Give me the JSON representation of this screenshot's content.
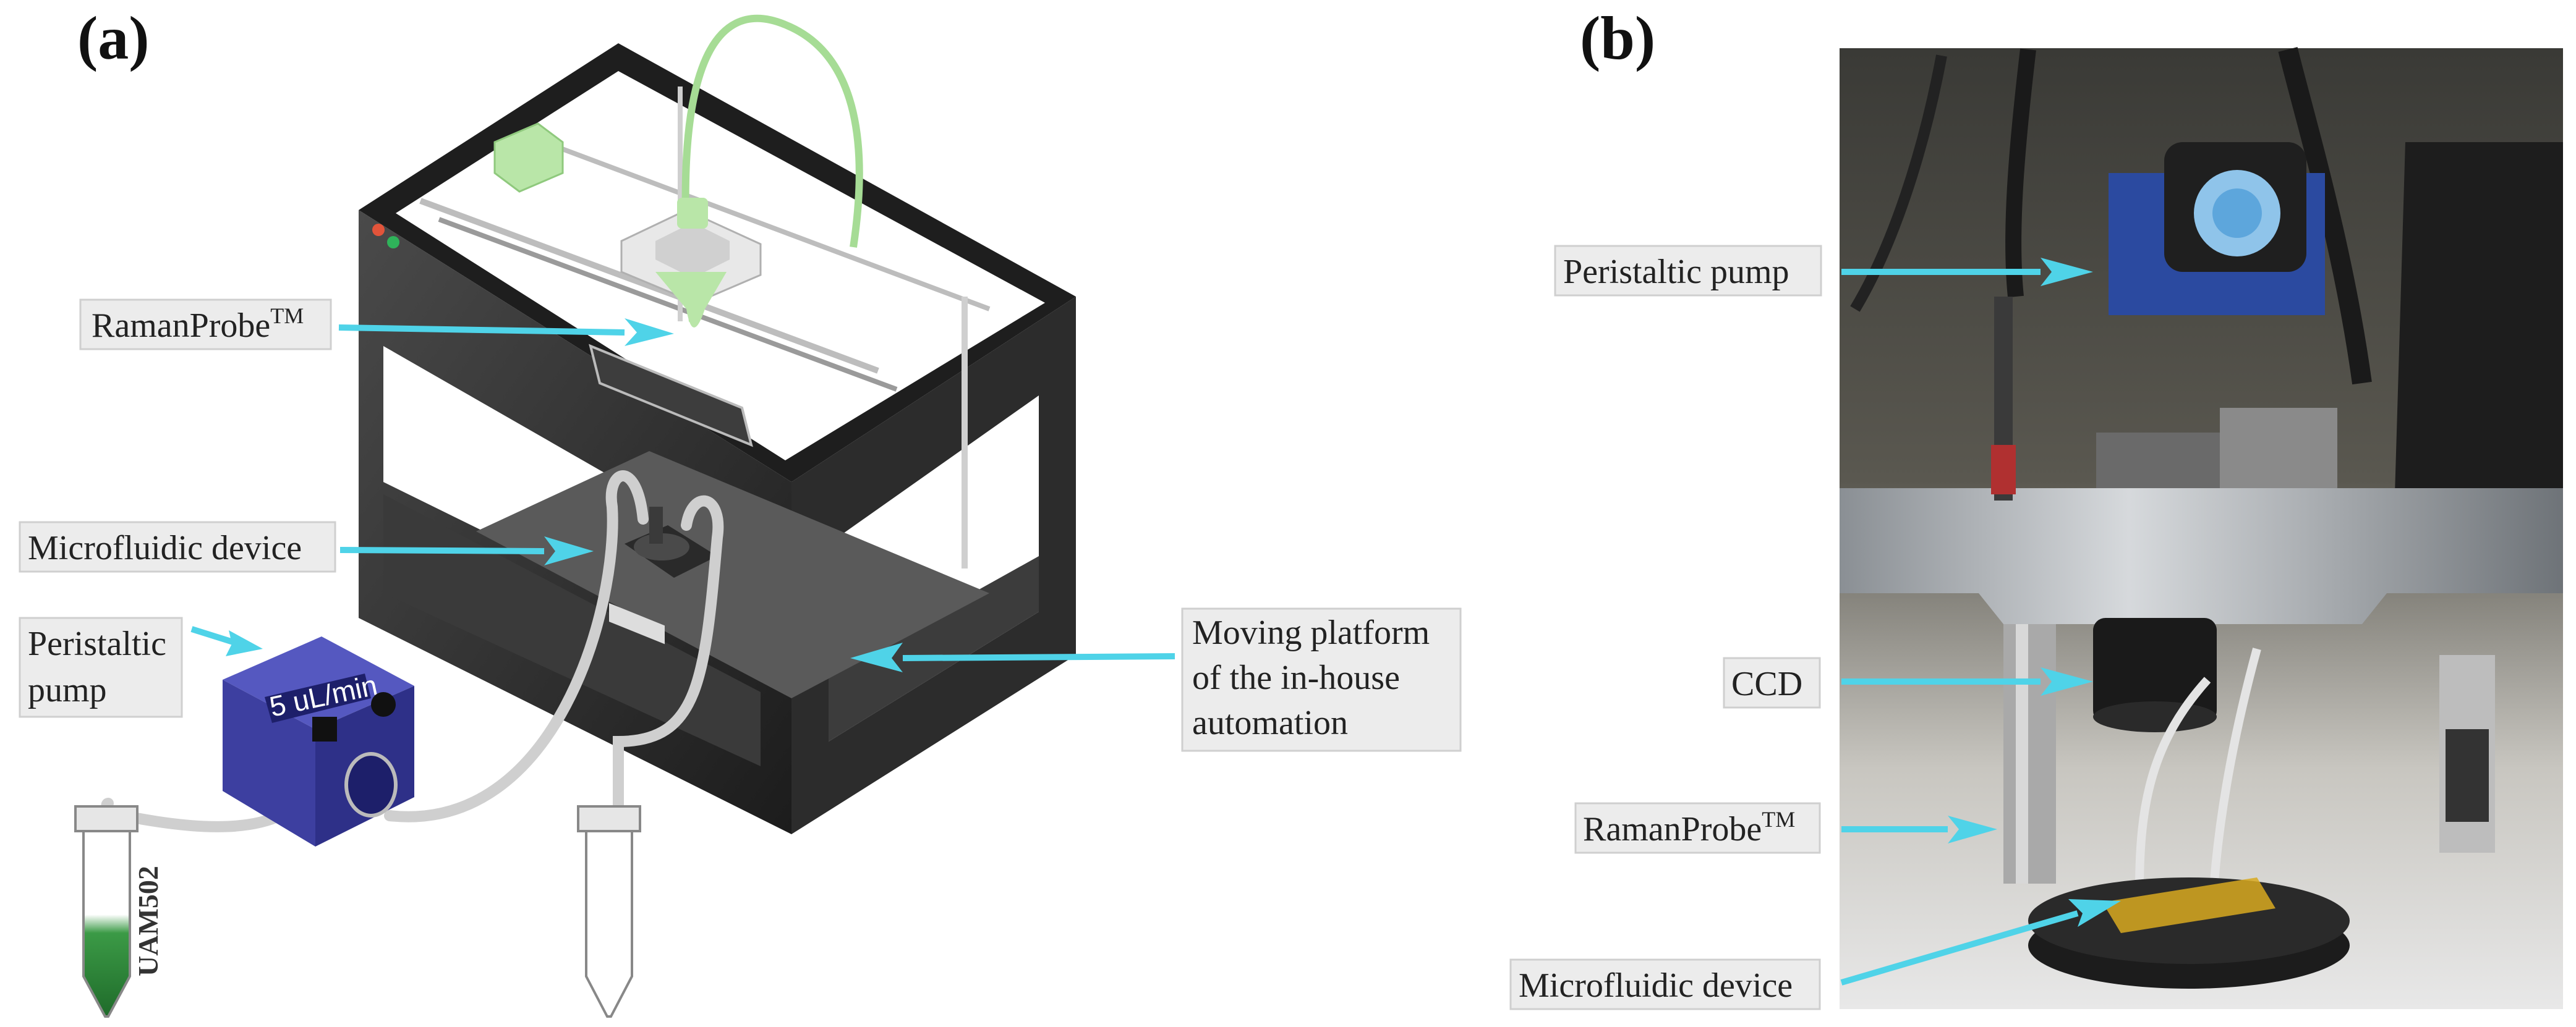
{
  "panels": {
    "a": "(a)",
    "b": "(b)"
  },
  "labels_a": {
    "raman_probe": "RamanProbe",
    "raman_probe_tm": "TM",
    "microfluidic": "Microfluidic device",
    "pump_line1": "Peristaltic",
    "pump_line2": "pump",
    "platform_line1": "Moving platform",
    "platform_line2": "of the in-house",
    "platform_line3": "automation",
    "pump_display": "5 uL/min",
    "tube_label": "UAM502"
  },
  "labels_b": {
    "pump": "Peristaltic pump",
    "ccd": "CCD",
    "raman_probe": "RamanProbe",
    "raman_probe_tm": "TM",
    "microfluidic": "Microfluidic device"
  },
  "colors": {
    "arrow": "#4fd3e8",
    "printer_frame": "#2b2b2b",
    "pump_body": "#3d3fa0",
    "probe_green": "#b9e6a8",
    "sample_green": "#2f8a3a",
    "tubing": "#cfcfcf"
  },
  "icons": {
    "printer": "3d-printer-illustration",
    "pump": "peristaltic-pump-icon",
    "tube": "falcon-tube-icon",
    "photo": "setup-photograph"
  }
}
